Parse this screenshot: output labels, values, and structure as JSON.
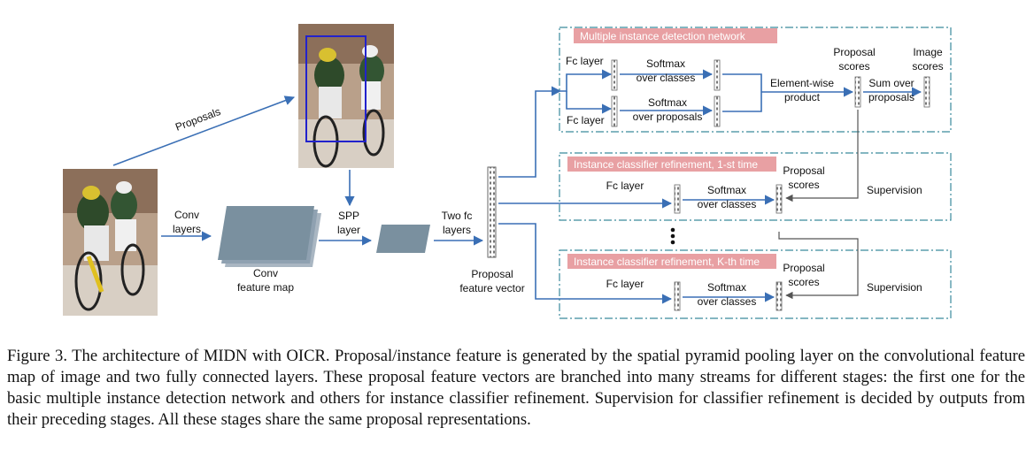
{
  "diagram": {
    "labels": {
      "proposals": "Proposals",
      "conv_layers": [
        "Conv",
        "layers"
      ],
      "conv_feature_map": [
        "Conv",
        "feature map"
      ],
      "spp_layer": [
        "SPP",
        "layer"
      ],
      "two_fc_layers": [
        "Two fc",
        "layers"
      ],
      "proposal_feature_vector": [
        "Proposal",
        "feature vector"
      ],
      "midn_banner": "Multiple instance detection network",
      "fc_layer": "Fc layer",
      "softmax_classes": [
        "Softmax",
        "over classes"
      ],
      "softmax_proposals": [
        "Softmax",
        "over proposals"
      ],
      "element_wise": [
        "Element-wise",
        "product"
      ],
      "proposal_scores_top": [
        "Proposal",
        "scores"
      ],
      "image_scores": [
        "Image",
        "scores"
      ],
      "sum_over": [
        "Sum over",
        "proposals"
      ],
      "refine1_banner": "Instance classifier refinement, 1-st time",
      "refineK_banner": "Instance classifier refinement, K-th time",
      "proposal_scores": [
        "Proposal",
        "scores"
      ],
      "supervision": "Supervision"
    },
    "colors": {
      "arrow": "#3a6fb5",
      "banner": "#e8a0a3",
      "dashed_box": "#3a8a9c",
      "feature_map": "#7a909f",
      "bbox": "#2222cc"
    }
  },
  "caption": "Figure 3. The architecture of MIDN with OICR. Proposal/instance feature is generated by the spatial pyramid pooling layer on the convolutional feature map of image and two fully connected layers. These proposal feature vectors are branched into many streams for different stages: the first one for the basic multiple instance detection network and others for instance classifier refinement. Supervision for classifier refinement is decided by outputs from their preceding stages. All these stages share the same proposal representations."
}
